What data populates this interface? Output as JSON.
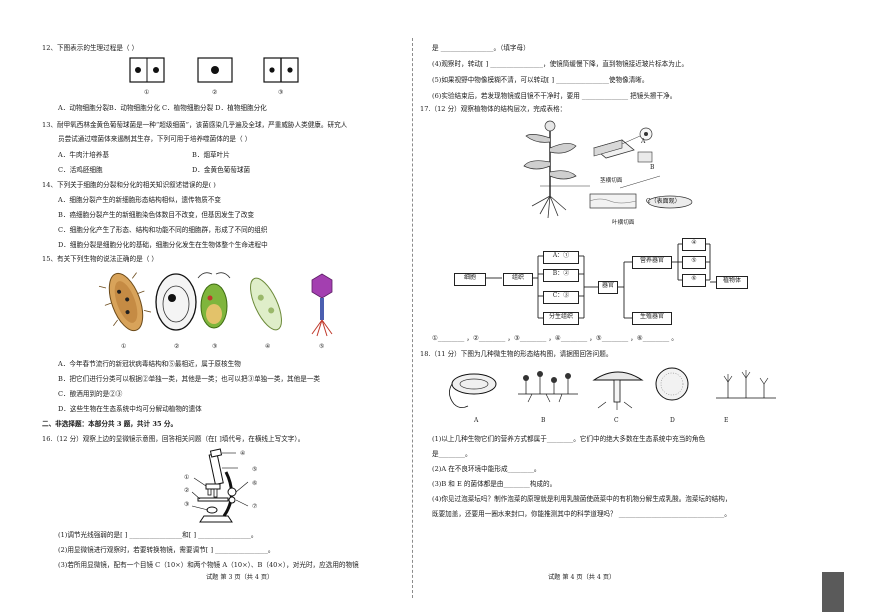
{
  "left": {
    "q12": {
      "stem": "12、下图表示的生理过程是（      ）",
      "cell_labels": [
        "①",
        "②",
        "③"
      ],
      "options": "A．动物细胞分裂B．动物细胞分化      C．植物细胞分裂      D．植物细胞分化"
    },
    "q13": {
      "line1": "13、耐甲氧西林金黄色葡萄球菌是一种“超级细菌”，该菌感染几乎遍及全球，严重威胁人类健康。研究人",
      "line2": "员尝试通过噬菌体来遏制其生存，下列可用于培养噬菌体的是（      ）",
      "optA": "A．牛肉汁培养基",
      "optB": "B．烟草叶片",
      "optC": "C．活鸡胚细胞",
      "optD": "D．金黄色葡萄球菌"
    },
    "q14": {
      "stem": "14、下列关于细胞的分裂和分化的相关知识叙述错误的是(   )",
      "optA": "A．细胞分裂产生的新细胞形态结构相似，遗传物质不变",
      "optB": "B．癌细胞分裂产生的新细胞染色体数目不改变，但基因发生了改变",
      "optC": "C．细胞分化产生了形态、结构和功能不同的细胞群，形成了不同的组织",
      "optD": "D．细胞分裂是细胞分化的基础，细胞分化发生在生物体整个生命进程中"
    },
    "q15": {
      "stem": "15、有关下列生物的说法正确的是（        ）",
      "labels": [
        "①",
        "②",
        "③",
        "④",
        "⑤"
      ],
      "optA": "A．今年春节流行的新冠状病毒结构和⑤最相近，属于原核生物",
      "optB": "B．把它们进行分类可以根据②单独一类，其他是一类；也可以把③单独一类，其他是一类",
      "optC": "C．酿酒用到的是②③",
      "optD": "D．这些生物在生态系统中均可分解动植物的遗体"
    },
    "section2": "二、非选择题：本部分共 3 题，共计 35 分。",
    "q16": {
      "stem": "16.（12 分）观察上边的显微镜示意图，回答相关问题（在[  ]填代号，在横线上写文字）。",
      "scope_labels": [
        "①",
        "②",
        "③",
        "④",
        "⑤",
        "⑥",
        "⑦"
      ],
      "s1": "(1)调节光线强弱的是[    ] ________________和[    ] ________________。",
      "s2": "(2)用显微镜进行观察时，若要转换物镜，需要调节[    ] ________________。",
      "s3": "(3)若所用显微镜，配有一个目镜 C（10×）和两个物镜 A（10×）、B（40×），对光时，应选用的物镜"
    },
    "footer": "试题  第 3 页（共 4 页）"
  },
  "right": {
    "r0": "是 ________________。（填字母）",
    "r1": "(4)观察时，转动[    ] ________________，使镜筒缓慢下降，直到物镜接近玻片标本为止。",
    "r2": "(5)如果视野中物像模糊不清，可以转动[    ] ________________使物像清晰。",
    "r3": "(6)实验结束后，若发现物镜或目镜不干净时，要用 ______________ 把镜头擦干净。",
    "q17": {
      "stem": "17.（12 分）观察植物体的结构层次，完成表格：",
      "tag_A": "A",
      "tag_B": "B",
      "tag_C": "C（表面观）",
      "stem_section": "茎横切面",
      "leaf_section": "叶横切面",
      "box_cell": "细胞",
      "box_tissue": "组织",
      "box_A": "A：①",
      "box_B": "B：②",
      "box_C": "C：③",
      "box_fenshengzuzhi": "分生组织",
      "box_organ": "器官",
      "box_nutrition": "营养器官",
      "box_repro": "生殖器官",
      "box_4": "④",
      "box_5": "⑤",
      "box_6": "⑥",
      "box_plant": "植物体",
      "blanks": "①________ ，②________ ，③________ ，④________ ，⑤________ ，⑥________ 。"
    },
    "q18": {
      "stem": "18.（11 分）下图为几种微生物的形态结构图，请据图回答问题。",
      "labels": [
        "A",
        "B",
        "C",
        "D",
        "E"
      ],
      "s1a": "(1)以上几种生物它们的营养方式都属于________。它们中的绝大多数在生态系统中充当的角色",
      "s1b": "是________。",
      "s2": "(2)A 在不良环境中能形成________。",
      "s3": "(3)B 和 E 的菌体都是由________构成的。",
      "s4a": "(4)你见过泡菜坛吗？制作泡菜的原理就是利用乳酸菌使蔬菜中的有机物分解生成乳酸。泡菜坛的结构，",
      "s4b": "既要加盖，还要用一圈水来封口，你能推测其中的科学道理吗？ ________________________________。"
    },
    "footer": "试题  第 4 页（共 4 页）"
  }
}
